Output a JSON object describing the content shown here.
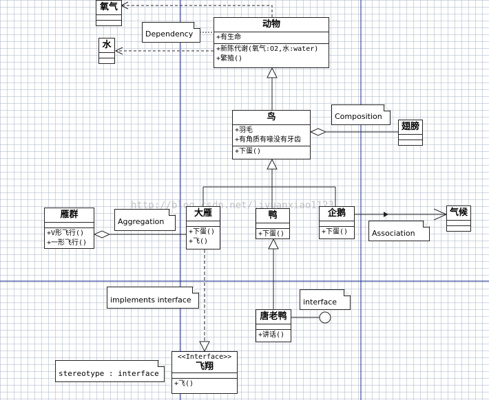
{
  "classes": {
    "animal": {
      "name": "动物",
      "attrs": [
        "+有生命"
      ],
      "ops": [
        "+新陈代谢(氧气:O2,水:water)",
        "+繁殖()"
      ]
    },
    "bird": {
      "name": "鸟",
      "attrs": [
        "+羽毛",
        "+有角质有喙没有牙齿"
      ],
      "ops": [
        "+下蛋()"
      ]
    },
    "oxygen": {
      "name": "氧气"
    },
    "water": {
      "name": "水"
    },
    "wing": {
      "name": "翅膀"
    },
    "goose_flock": {
      "name": "雁群",
      "ops": [
        "+V形飞行()",
        "+一形飞行()"
      ]
    },
    "goose": {
      "name": "大雁",
      "ops": [
        "+下蛋()",
        "+飞()"
      ]
    },
    "duck": {
      "name": "鸭",
      "ops": [
        "+下蛋()"
      ]
    },
    "penguin": {
      "name": "企鹅",
      "ops": [
        "+下蛋()"
      ]
    },
    "climate": {
      "name": "气候"
    },
    "donald": {
      "name": "唐老鸭",
      "ops": [
        "+讲话()"
      ]
    },
    "fly": {
      "stereotype": "<<Interface>>",
      "name": "飞翔",
      "ops": [
        "+飞()"
      ]
    }
  },
  "notes": {
    "dependency": "Dependency",
    "composition": "Composition",
    "aggregation": "Aggregation",
    "association": "Association",
    "implements": "implements interface",
    "interface": "interface",
    "stereotype": "stereotype : interface"
  },
  "watermark": "http://blog.csdn.net/liyuanxiao1123"
}
